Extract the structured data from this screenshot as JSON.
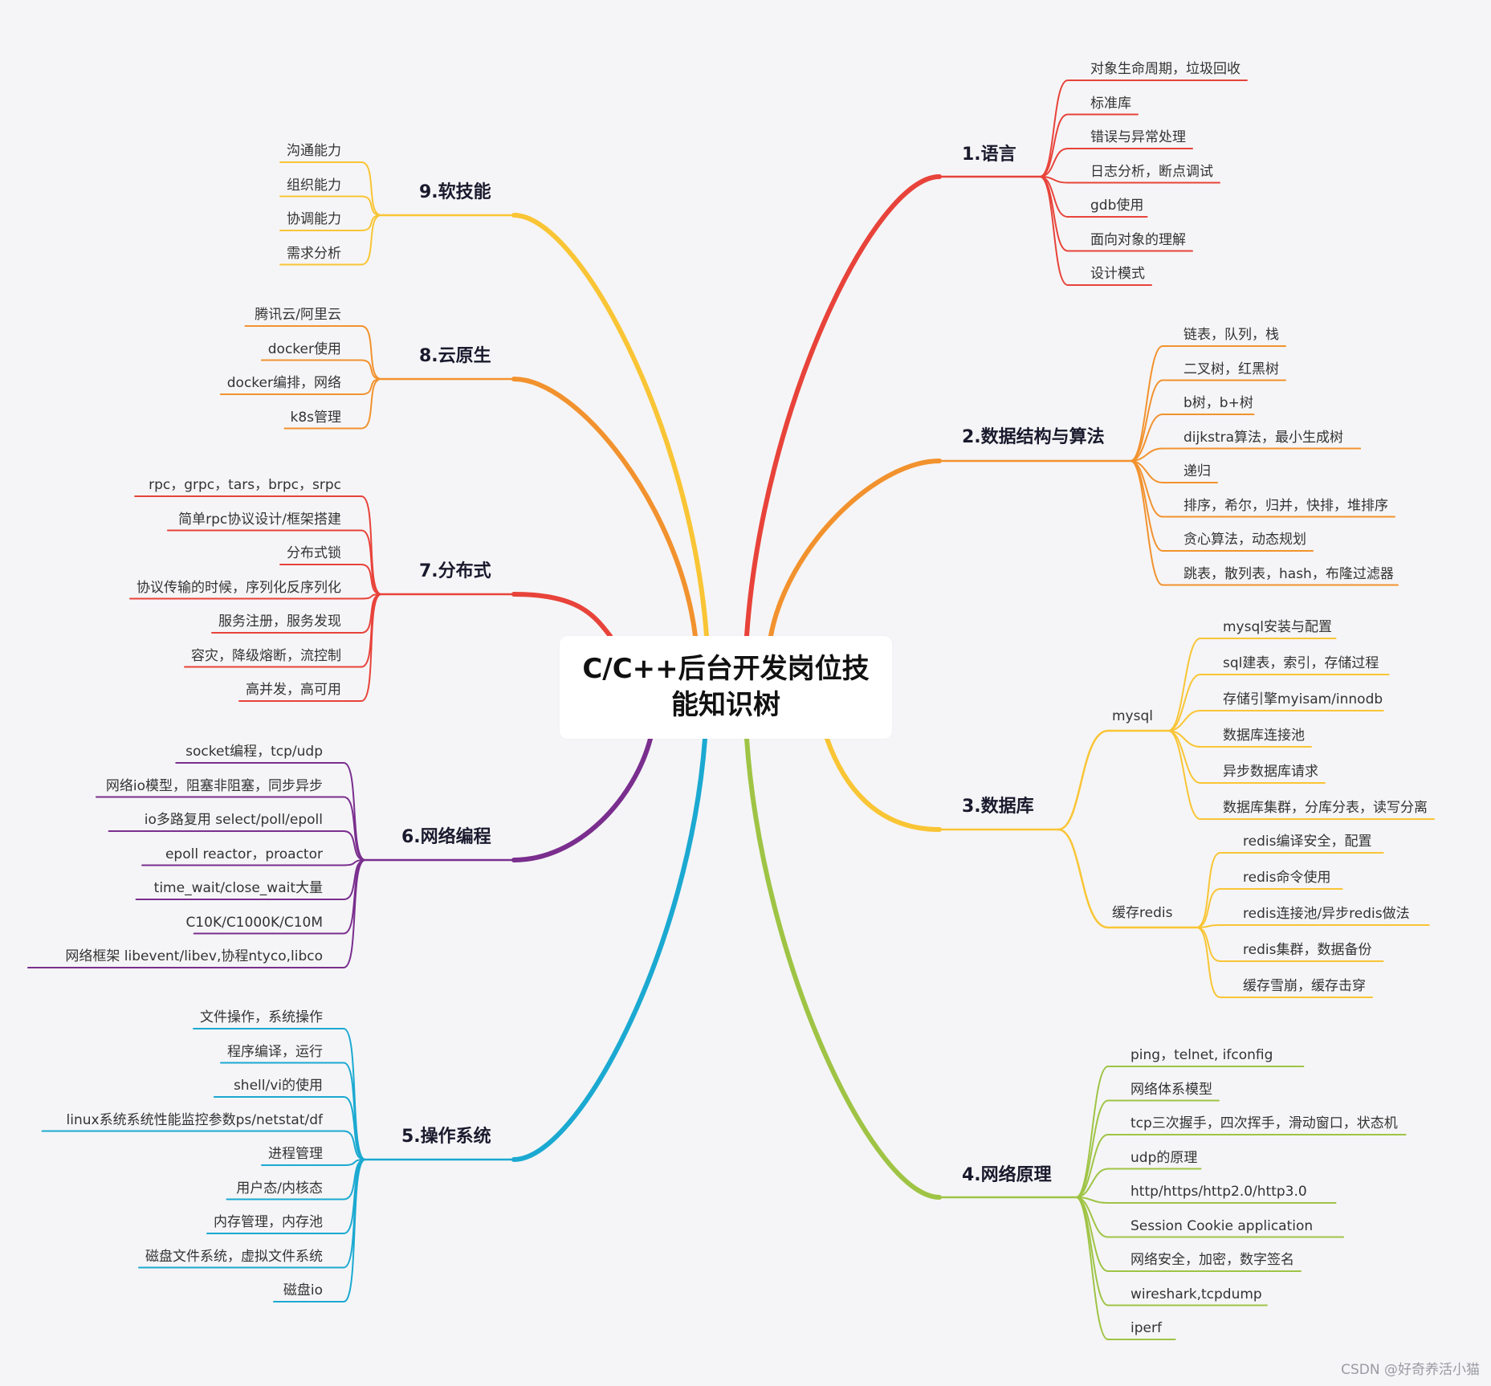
{
  "center": {
    "title_line1": "C/C++后台开发岗位技",
    "title_line2": "能知识树"
  },
  "watermark": "CSDN @好奇养活小猫",
  "branches": [
    {
      "label": "1.语言",
      "color": "#e8433a",
      "items": [
        "对象生命周期，垃圾回收",
        "标准库",
        "错误与异常处理",
        "日志分析，断点调试",
        "gdb使用",
        "面向对象的理解",
        "设计模式"
      ]
    },
    {
      "label": "2.数据结构与算法",
      "color": "#f2922e",
      "items": [
        "链表，队列，栈",
        "二叉树，红黑树",
        "b树，b+树",
        "dijkstra算法，最小生成树",
        "递归",
        "排序，希尔，归并，快排，堆排序",
        "贪心算法，动态规划",
        "跳表，散列表，hash，布隆过滤器"
      ]
    },
    {
      "label": "3.数据库",
      "color": "#f9c535",
      "subs": [
        {
          "label": "mysql",
          "items": [
            "mysql安装与配置",
            "sql建表，索引，存储过程",
            "存储引擎myisam/innodb",
            "数据库连接池",
            "异步数据库请求",
            "数据库集群，分库分表，读写分离"
          ]
        },
        {
          "label": "缓存redis",
          "items": [
            "redis编译安全，配置",
            "redis命令使用",
            "redis连接池/异步redis做法",
            "redis集群，数据备份",
            "缓存雪崩，缓存击穿"
          ]
        }
      ]
    },
    {
      "label": "4.网络原理",
      "color": "#9fc445",
      "items": [
        "ping，telnet, ifconfig",
        "网络体系模型",
        "tcp三次握手，四次挥手，滑动窗口，状态机",
        "udp的原理",
        "http/https/http2.0/http3.0",
        "Session Cookie  application",
        "网络安全，加密，数字签名",
        "wireshark,tcpdump",
        "iperf"
      ]
    },
    {
      "label": "5.操作系统",
      "color": "#1ba9d1",
      "items": [
        "文件操作，系统操作",
        "程序编译，运行",
        "shell/vi的使用",
        "linux系统系统性能监控参数ps/netstat/df",
        "进程管理",
        "用户态/内核态",
        "内存管理，内存池",
        "磁盘文件系统，虚拟文件系统",
        "磁盘io"
      ]
    },
    {
      "label": "6.网络编程",
      "color": "#7a2e8e",
      "items": [
        "socket编程，tcp/udp",
        "网络io模型，阻塞非阻塞，同步异步",
        "io多路复用 select/poll/epoll",
        "epoll reactor，proactor",
        "time_wait/close_wait大量",
        "C10K/C1000K/C10M",
        "网络框架 libevent/libev,协程ntyco,libco"
      ]
    },
    {
      "label": "7.分布式",
      "color": "#e8433a",
      "items": [
        "rpc，grpc，tars，brpc，srpc",
        "简单rpc协议设计/框架搭建",
        "分布式锁",
        "协议传输的时候，序列化反序列化",
        "服务注册，服务发现",
        "容灾，降级熔断，流控制",
        "高并发，高可用"
      ]
    },
    {
      "label": "8.云原生",
      "color": "#f2922e",
      "items": [
        "腾讯云/阿里云",
        "docker使用",
        "docker编排，网络",
        "k8s管理"
      ]
    },
    {
      "label": "9.软技能",
      "color": "#f9c535",
      "items": [
        "沟通能力",
        "组织能力",
        "协调能力",
        "需求分析"
      ]
    }
  ]
}
